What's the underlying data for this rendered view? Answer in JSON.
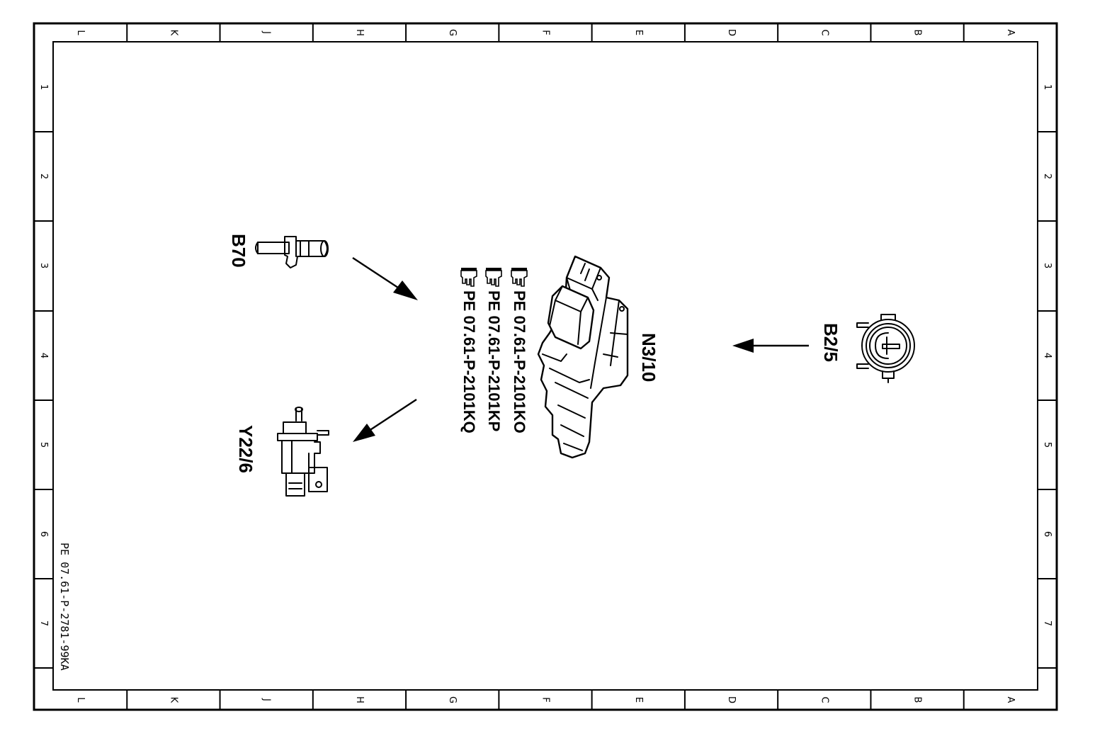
{
  "sheet": {
    "column_letters": [
      "L",
      "K",
      "J",
      "H",
      "G",
      "F",
      "E",
      "D",
      "C",
      "B",
      "A"
    ],
    "row_numbers": [
      "1",
      "2",
      "3",
      "4",
      "5",
      "6",
      "7"
    ],
    "document_id": "PE 07.61-P-2781-99KA"
  },
  "components": {
    "b70": {
      "label": "B70",
      "icon": "crankshaft-sensor-icon"
    },
    "y22_6": {
      "label": "Y22/6",
      "icon": "solenoid-valve-icon"
    },
    "n3_10": {
      "label": "N3/10",
      "icon": "control-unit-icon"
    },
    "b2_5": {
      "label": "B2/5",
      "icon": "air-mass-sensor-icon"
    }
  },
  "references": [
    {
      "text": "PE 07.61-P-2101KO",
      "icon": "pointing-hand-icon"
    },
    {
      "text": "PE 07.61-P-2101KP",
      "icon": "pointing-hand-icon"
    },
    {
      "text": "PE 07.61-P-2101KQ",
      "icon": "pointing-hand-icon"
    }
  ]
}
